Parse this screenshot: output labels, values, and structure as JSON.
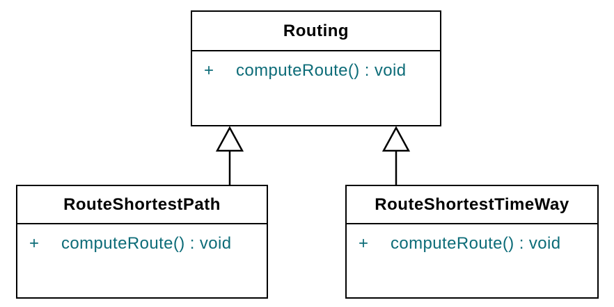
{
  "diagram": {
    "type": "uml-class-diagram",
    "background_color": "#ffffff",
    "box_fill_color": "#ffffff",
    "box_border_color": "#000000",
    "class_name_color": "#000000",
    "member_text_color": "#0d6c78"
  },
  "classes": {
    "routing": {
      "name": "Routing",
      "methods": [
        {
          "visibility": "+",
          "signature": "computeRoute() : void"
        }
      ]
    },
    "route_shortest_path": {
      "name": "RouteShortestPath",
      "methods": [
        {
          "visibility": "+",
          "signature": "computeRoute() : void"
        }
      ]
    },
    "route_shortest_time_way": {
      "name": "RouteShortestTimeWay",
      "methods": [
        {
          "visibility": "+",
          "signature": "computeRoute() : void"
        }
      ]
    }
  },
  "relationships": [
    {
      "type": "generalization",
      "from": "RouteShortestPath",
      "to": "Routing"
    },
    {
      "type": "generalization",
      "from": "RouteShortestTimeWay",
      "to": "Routing"
    }
  ]
}
